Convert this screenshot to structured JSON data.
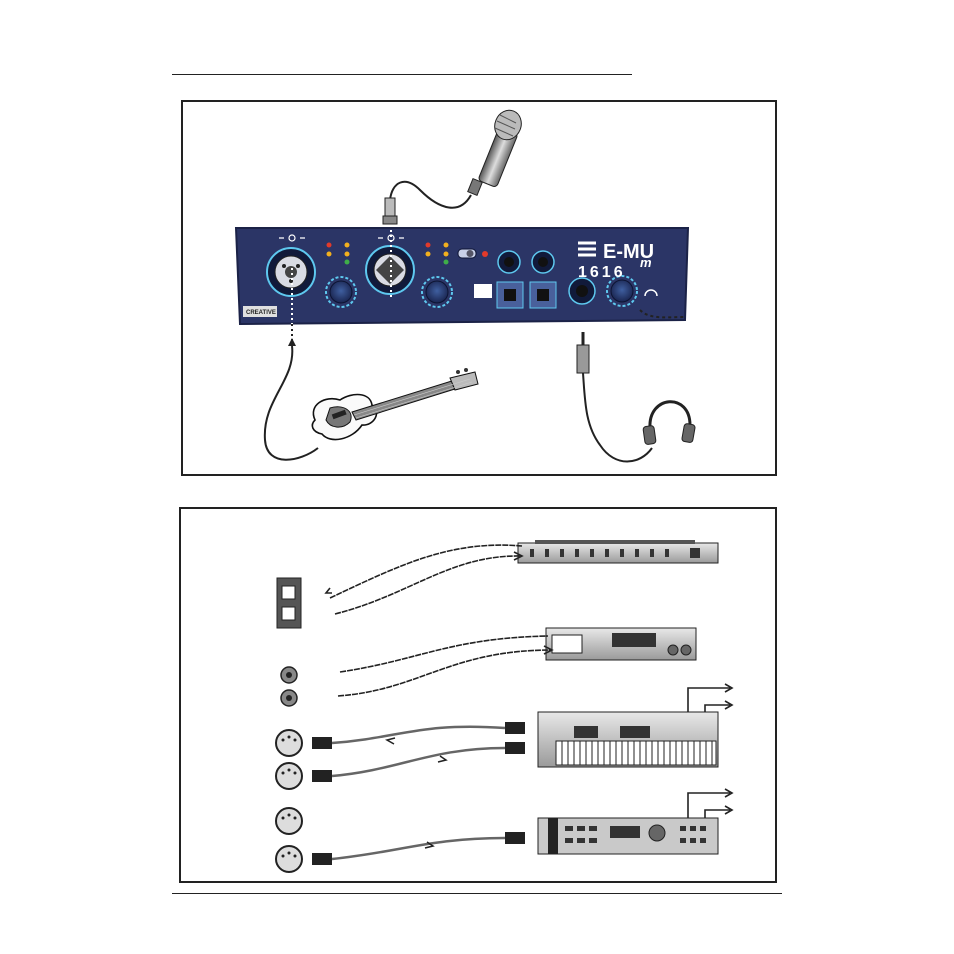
{
  "device": {
    "brand_text": "E-MU",
    "model_text": "1616",
    "model_suffix": "m",
    "badge_text": "CREATIVE",
    "colors": {
      "face": "#2b3566",
      "face_edge": "#1b2247",
      "knob_ring": "#5ec8ef",
      "led_red": "#e23a2a",
      "led_amber": "#f2b01e",
      "led_green": "#3fae49"
    }
  },
  "icons": {
    "input_symbol": "xlr-input-icon",
    "headphone_symbol": "headphone-icon"
  }
}
